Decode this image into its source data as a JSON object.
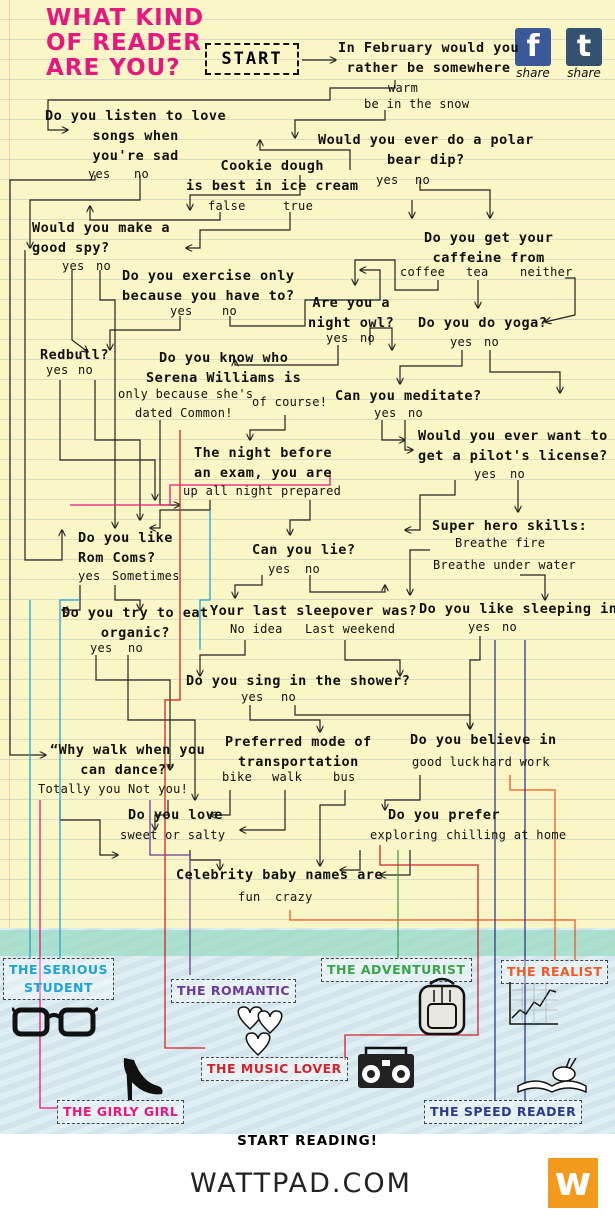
{
  "title": {
    "line1": "WHAT KIND",
    "line2": "OF READER",
    "line3": "ARE YOU?"
  },
  "start_label": "START",
  "share": {
    "facebook_glyph": "f",
    "tumblr_glyph": "t",
    "label": "share"
  },
  "colors": {
    "title": "#e6177e",
    "paper": "#fbf6c6",
    "facebook": "#3b5998",
    "tumblr": "#34526f",
    "wattpad": "#f39a1c"
  },
  "questions": {
    "february": {
      "l1": "In February would you",
      "l2": "rather be somewhere",
      "a1": "warm",
      "a2": "be in the snow"
    },
    "love_songs": {
      "l1": "Do you listen to love",
      "l2": "songs when",
      "l3": "you're sad",
      "yes": "yes",
      "no": "no"
    },
    "polar": {
      "l1": "Would you ever do a polar",
      "l2": "bear dip?",
      "yes": "yes",
      "no": "no"
    },
    "cookie": {
      "l1": "Cookie dough",
      "l2": "is best in ice cream",
      "false": "false",
      "true": "true"
    },
    "spy": {
      "l1": "Would you make a",
      "l2": "good spy?",
      "yes": "yes",
      "no": "no"
    },
    "caffeine": {
      "l1": "Do you get your",
      "l2": "caffeine from",
      "coffee": "coffee",
      "tea": "tea",
      "neither": "neither"
    },
    "exercise": {
      "l1": "Do you exercise only",
      "l2": "because you have to?",
      "yes": "yes",
      "no": "no"
    },
    "night_owl": {
      "l1": "Are you a",
      "l2": "night owl?",
      "yes": "yes",
      "no": "no"
    },
    "yoga": {
      "l1": "Do you do yoga?",
      "yes": "yes",
      "no": "no"
    },
    "redbull": {
      "l1": "Redbull?",
      "yes": "yes",
      "no": "no"
    },
    "serena": {
      "l1": "Do you know who",
      "l2": "Serena Williams is",
      "a1": "only because she's",
      "a2": "dated Common!",
      "a3": "of course!"
    },
    "meditate": {
      "l1": "Can you meditate?",
      "yes": "yes",
      "no": "no"
    },
    "pilot": {
      "l1": "Would you ever want to",
      "l2": "get a pilot's license?",
      "yes": "yes",
      "no": "no"
    },
    "exam": {
      "l1": "The night before",
      "l2": "an exam, you are",
      "a1": "up all night",
      "a2": "prepared"
    },
    "romcoms": {
      "l1": "Do you like",
      "l2": "Rom Coms?",
      "yes": "yes",
      "sometimes": "Sometimes"
    },
    "lie": {
      "l1": "Can you lie?",
      "yes": "yes",
      "no": "no"
    },
    "superhero": {
      "l1": "Super hero skills:",
      "a1": "Breathe fire",
      "a2": "Breathe under water"
    },
    "organic": {
      "l1": "Do you try to eat",
      "l2": "organic?",
      "yes": "yes",
      "no": "no"
    },
    "sleepover": {
      "l1": "Your last sleepover was?",
      "a1": "No idea",
      "a2": "Last weekend"
    },
    "sleeping_in": {
      "l1": "Do you like sleeping in?",
      "yes": "yes",
      "no": "no"
    },
    "shower": {
      "l1": "Do you sing in the shower?",
      "yes": "yes",
      "no": "no"
    },
    "dance": {
      "l1": "“Why walk when you",
      "l2": "can dance?”",
      "a1": "Totally you",
      "a2": "Not you!"
    },
    "transport": {
      "l1": "Preferred mode of",
      "l2": "transportation",
      "a1": "bike",
      "a2": "walk",
      "a3": "bus"
    },
    "luck": {
      "l1": "Do you believe in",
      "a1": "good luck",
      "a2": "hard work"
    },
    "love": {
      "l1": "Do you love",
      "a1": "sweet or salty"
    },
    "prefer": {
      "l1": "Do you prefer",
      "a1": "exploring",
      "a2": "chilling at home"
    },
    "baby_names": {
      "l1": "Celebrity baby names are",
      "a1": "fun",
      "a2": "crazy"
    }
  },
  "results": {
    "serious": {
      "l1": "THE SERIOUS",
      "l2": "STUDENT",
      "color": "#1fa3d6"
    },
    "romantic": {
      "l1": "THE ROMANTIC",
      "color": "#6a3a9a"
    },
    "adventurist": {
      "l1": "THE ADVENTURIST",
      "color": "#3aa548"
    },
    "realist": {
      "l1": "THE REALIST",
      "color": "#f05a28"
    },
    "music": {
      "l1": "THE MUSIC LOVER",
      "color": "#d2232a"
    },
    "girly": {
      "l1": "THE GIRLY GIRL",
      "color": "#e6177e"
    },
    "speed": {
      "l1": "THE SPEED READER",
      "color": "#2b3a8f"
    }
  },
  "icons": [
    "facebook-icon",
    "tumblr-icon",
    "glasses-icon",
    "candy-hearts-icon",
    "backpack-icon",
    "rising-chart-icon",
    "high-heel-icon",
    "boombox-icon",
    "book-bunny-icon",
    "wattpad-logo-icon"
  ],
  "footer": {
    "start_reading": "START READING!",
    "site": "WATTPAD.COM",
    "logo_glyph": "w"
  }
}
